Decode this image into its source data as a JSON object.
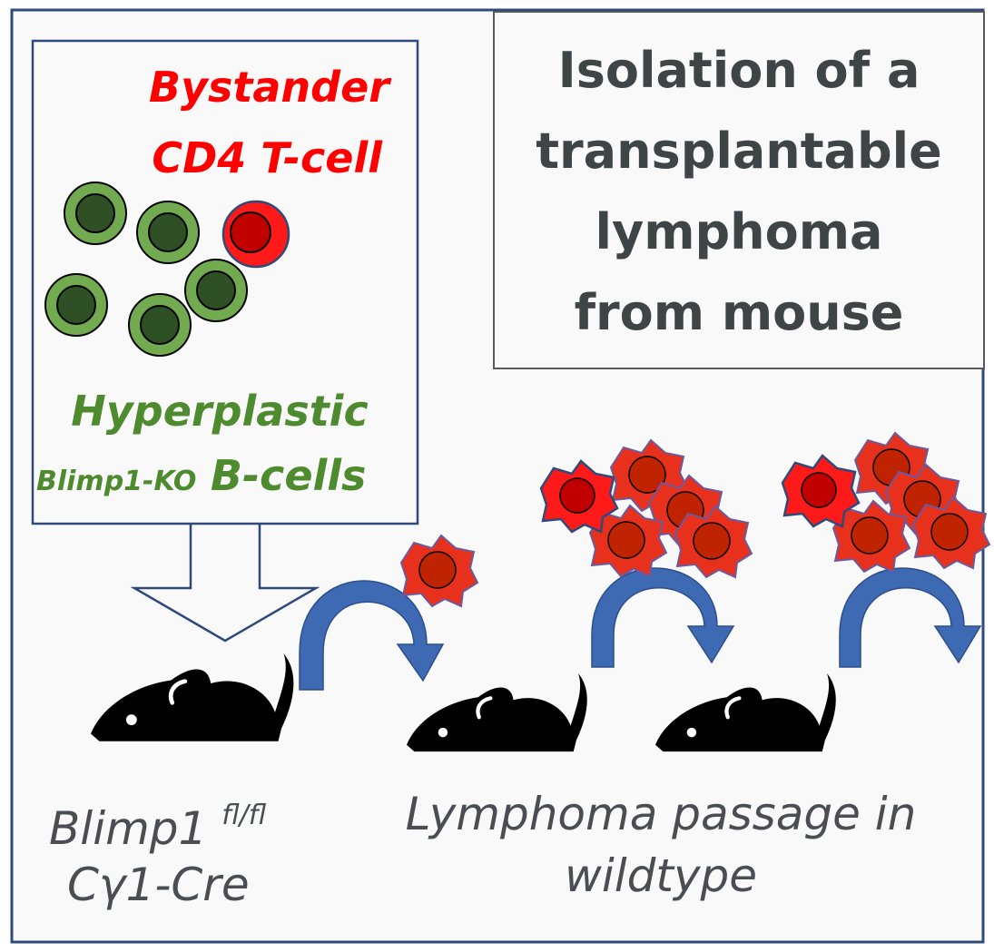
{
  "title_box": {
    "lines": [
      "Isolation of a",
      "transplantable",
      "lymphoma",
      "from mouse"
    ]
  },
  "cell_box": {
    "bystander_line1": "Bystander",
    "bystander_line2": "CD4 T-cell",
    "hyperplastic_line1": "Hyperplastic",
    "hyperplastic_prefix": "Blimp1-KO",
    "hyperplastic_suffix": "B-cells"
  },
  "captions": {
    "donor_gene": "Blimp1",
    "donor_sup": "fl/fl",
    "donor_line2": "Cγ1-Cre",
    "passage_line1": "Lymphoma passage in",
    "passage_line2": "wildtype"
  },
  "colors": {
    "frame": "#2f4a7a",
    "background": "#f9f9f9",
    "bystander_text": "#ff0000",
    "b_cell_text": "#4e8a2e",
    "b_cell_outer": "#72ab4f",
    "b_cell_inner": "#2f4f25",
    "t_cell_outer": "#ff1a1a",
    "t_cell_inner": "#c00000",
    "lymphoma_outer": "#e8311c",
    "lymphoma_inner": "#c02300",
    "curved_arrow": "#3d6ab3",
    "mouse": "#000000",
    "title_text": "#3f4447"
  },
  "icons": {
    "mouse": "mouse-icon",
    "b_cell": "b-cell-icon",
    "t_cell": "t-cell-icon",
    "lymphoma_cell": "lymphoma-cell-icon",
    "transfer_arrow": "curved-arrow-icon",
    "down_arrow": "down-arrow-icon"
  }
}
